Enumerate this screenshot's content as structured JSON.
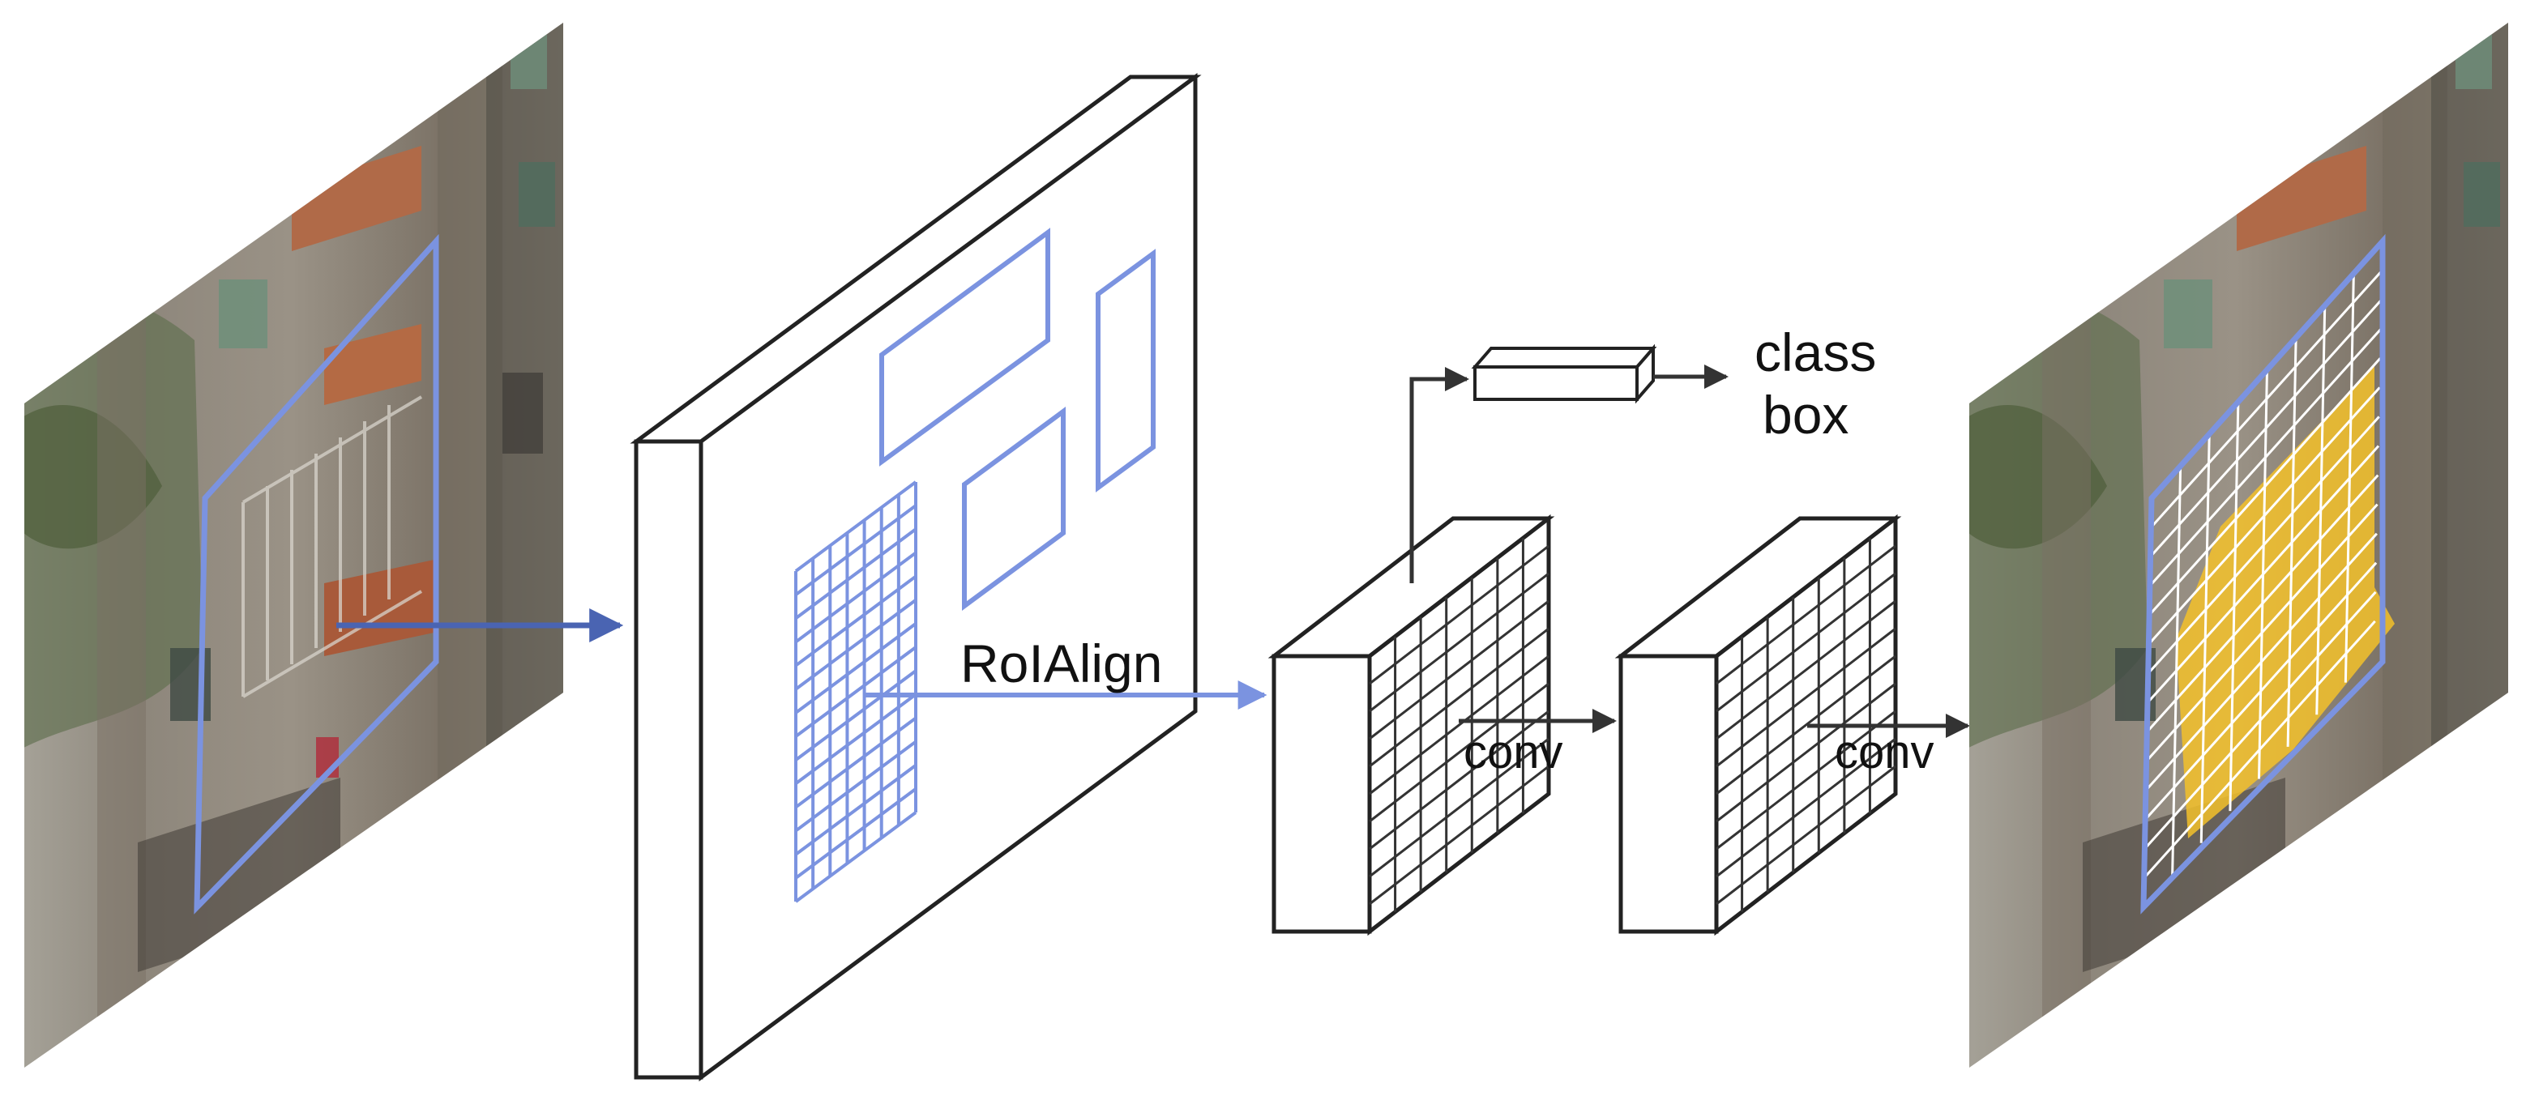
{
  "labels": {
    "roialign": "RoIAlign",
    "conv_first": "conv",
    "conv_second": "conv",
    "class": "class",
    "box": "box"
  },
  "colors": {
    "roi_blue": "#7b93e0",
    "arrow_blue": "#4a64b2",
    "line_dark": "#222222",
    "mask_yellow": "#f3c12a",
    "background": "#ffffff"
  }
}
